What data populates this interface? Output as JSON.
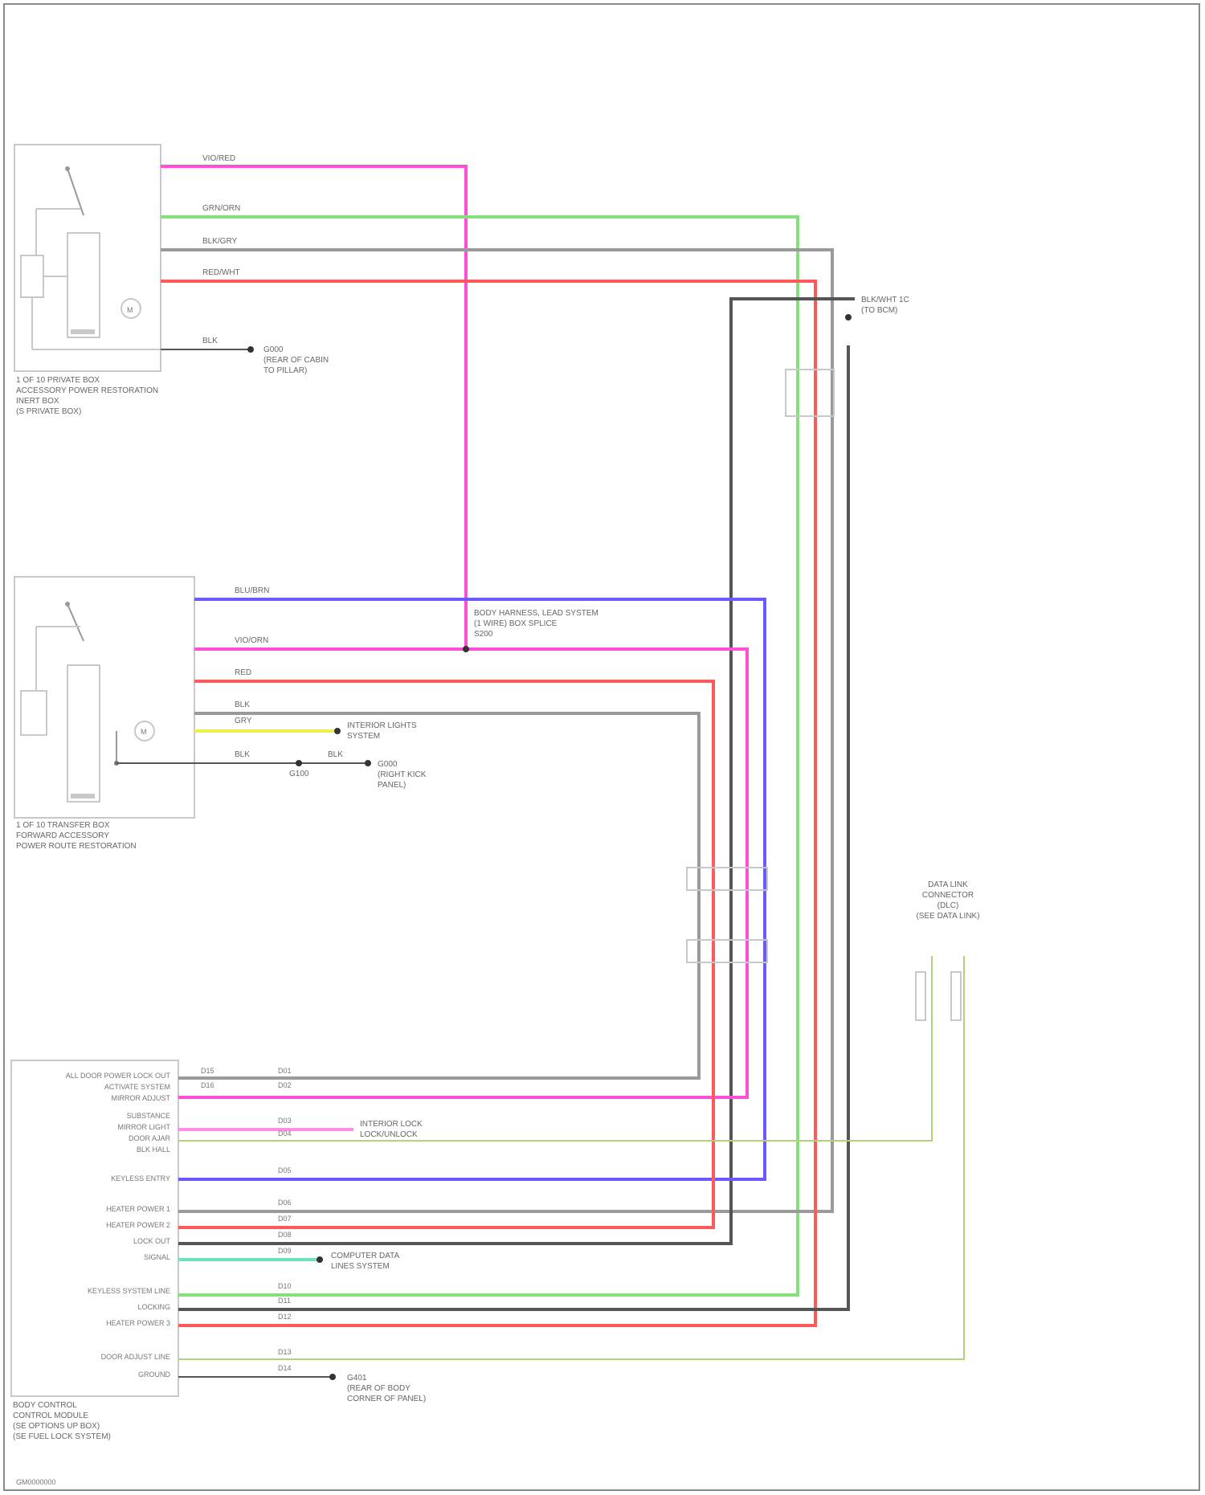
{
  "colors": {
    "pink": "#ff4fd6",
    "green": "#86e07a",
    "grey": "#9a9a9a",
    "red": "#ff5a5a",
    "blue": "#6a5aff",
    "dark": "#555555",
    "yellow": "#eef04a",
    "teal": "#6fe0c0",
    "olive": "#b5d07a",
    "lightpink": "#ff8ce8",
    "box": "#c8c8c8"
  },
  "components": {
    "comp1": [
      "1 OF 10 PRIVATE BOX",
      "ACCESSORY POWER RESTORATION",
      "INERT BOX",
      "(S PRIVATE BOX)"
    ],
    "comp2": [
      "1 OF 10 TRANSFER BOX",
      "FORWARD ACCESSORY",
      "POWER ROUTE RESTORATION"
    ],
    "comp3": [
      "BODY CONTROL",
      "CONTROL MODULE",
      "(SE OPTIONS UP BOX)",
      "(SE FUEL LOCK SYSTEM)"
    ],
    "ground1": [
      "G000",
      "(REAR OF CABIN",
      "TO PILLAR)"
    ],
    "sensor": [
      "INTERIOR LIGHTS",
      "SYSTEM"
    ],
    "ground2": [
      "G000",
      "(RIGHT KICK",
      "PANEL)"
    ],
    "splice": [
      "BODY HARNESS, LEAD SYSTEM",
      "(1 WIRE) BOX SPLICE",
      "S200"
    ],
    "connector": [
      "BLK/WHT 1C",
      "(TO BCM)"
    ],
    "diag": [
      "DATA LINK",
      "CONNECTOR",
      "(DLC)",
      "(SEE DATA LINK)"
    ],
    "batt": [
      "INTERIOR LOCK",
      "LOCK/UNLOCK"
    ],
    "chime": [
      "COMPUTER DATA",
      "LINES SYSTEM"
    ],
    "ground3": [
      "G401",
      "(REAR OF BODY",
      "CORNER OF PANEL)"
    ]
  },
  "wires": {
    "w1": "VIO/RED",
    "w2": "GRN/ORN",
    "w3": "BLK/GRY",
    "w4": "RED/WHT",
    "w5": "BLK",
    "w6": "BLU/BRN",
    "w7": "VIO/ORN",
    "w8": "RED",
    "w9": "BLK",
    "w10": "GRY",
    "w11": "BLK",
    "w12": "BLK",
    "w13": "G100"
  },
  "bcm": {
    "labels": [
      "ALL DOOR POWER LOCK OUT",
      "ACTIVATE SYSTEM",
      "MIRROR ADJUST",
      "SUBSTANCE",
      "MIRROR LIGHT",
      "DOOR AJAR",
      "BLK HALL",
      "KEYLESS ENTRY",
      "HEATER POWER 1",
      "HEATER POWER 2",
      "LOCK OUT",
      "SIGNAL",
      "KEYLESS SYSTEM LINE",
      "LOCKING",
      "HEATER POWER 3",
      "DOOR ADJUST LINE",
      "GROUND"
    ],
    "codes": [
      "D01",
      "D02",
      "D03",
      "D04",
      "D05",
      "D06",
      "D07",
      "D08",
      "D09",
      "D10",
      "D11",
      "D12",
      "D13",
      "D14",
      "D15",
      "D16"
    ]
  },
  "footer": "GM0000000"
}
